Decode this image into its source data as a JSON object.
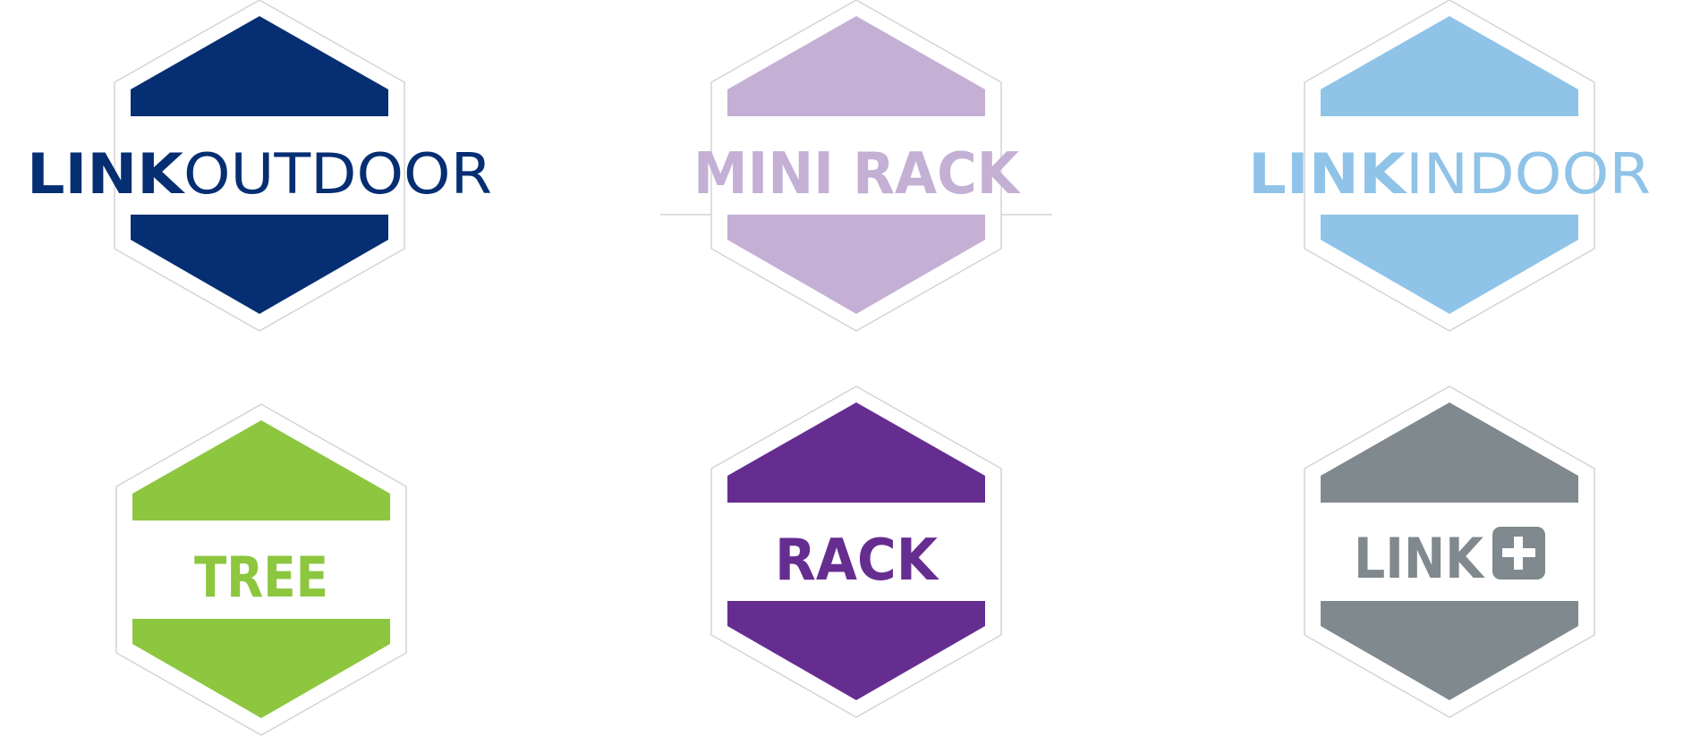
{
  "colors": {
    "background": "#ffffff",
    "outline": "#cfcfcf",
    "navy": "#062e72",
    "lilac": "#c4afd5",
    "sky": "#8fc3e8",
    "green": "#8dc63f",
    "purple": "#662d91",
    "gray": "#7f898e"
  },
  "badges": [
    {
      "id": "link-outdoor",
      "icon": "hexagon-badge",
      "color_key": "navy",
      "bold": "LINK",
      "light": "OUTDOOR",
      "suffix": ""
    },
    {
      "id": "mini-rack",
      "icon": "hexagon-badge",
      "color_key": "lilac",
      "bold": "MINI RACK",
      "light": "",
      "suffix": ""
    },
    {
      "id": "link-indoor",
      "icon": "hexagon-badge",
      "color_key": "sky",
      "bold": "LINK",
      "light": "INDOOR",
      "suffix": ""
    },
    {
      "id": "tree",
      "icon": "hexagon-badge",
      "color_key": "green",
      "bold": "TREE",
      "light": "",
      "suffix": ""
    },
    {
      "id": "rack",
      "icon": "hexagon-badge",
      "color_key": "purple",
      "bold": "RACK",
      "light": "",
      "suffix": ""
    },
    {
      "id": "link-plus",
      "icon": "hexagon-badge",
      "color_key": "gray",
      "bold": "LINK",
      "light": "",
      "suffix": "plus-square-icon"
    }
  ]
}
